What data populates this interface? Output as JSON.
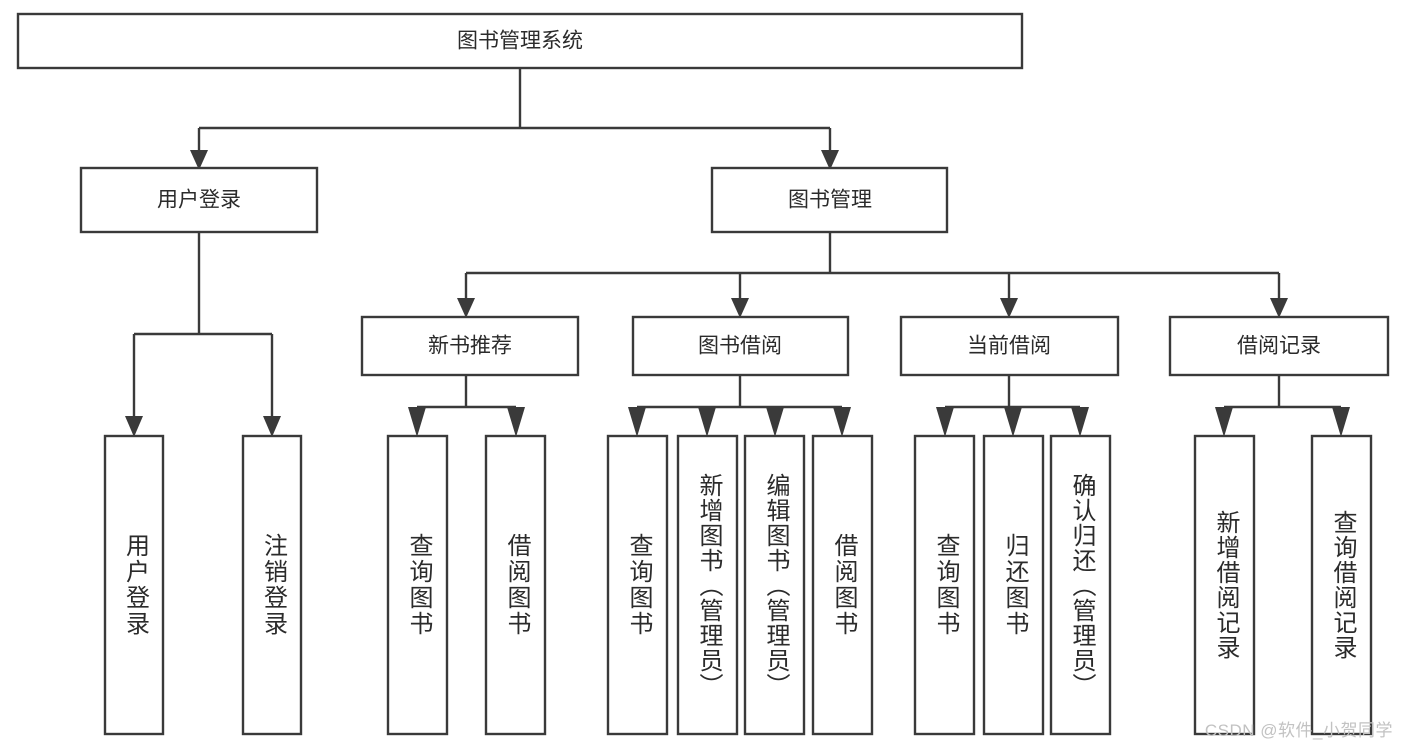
{
  "diagram": {
    "title": "图书管理系统",
    "type": "hierarchy-tree",
    "watermark": "CSDN @软件_小贺同学",
    "colors": {
      "stroke": "#3a3a3a",
      "box_fill": "#ffffff",
      "text": "#2b2b2b",
      "background": "#ffffff",
      "watermark": "#c2c2c2"
    },
    "root": {
      "id": "root",
      "label": "图书管理系统",
      "level": 0
    },
    "level2": [
      {
        "id": "user-login",
        "label": "用户登录",
        "level": 1
      },
      {
        "id": "book-management",
        "label": "图书管理",
        "level": 1
      }
    ],
    "level3": [
      {
        "id": "new-book-recommend",
        "label": "新书推荐",
        "level": 2,
        "parent": "book-management"
      },
      {
        "id": "book-borrow",
        "label": "图书借阅",
        "level": 2,
        "parent": "book-management"
      },
      {
        "id": "current-borrow",
        "label": "当前借阅",
        "level": 2,
        "parent": "book-management"
      },
      {
        "id": "borrow-record",
        "label": "借阅记录",
        "level": 2,
        "parent": "book-management"
      }
    ],
    "leaves": [
      {
        "id": "leaf-user-login",
        "label": "用户登录",
        "parent": "user-login"
      },
      {
        "id": "leaf-user-logout",
        "label": "注销登录",
        "parent": "user-login"
      },
      {
        "id": "leaf-query-book-1",
        "label": "查询图书",
        "parent": "new-book-recommend"
      },
      {
        "id": "leaf-borrow-book-1",
        "label": "借阅图书",
        "parent": "new-book-recommend"
      },
      {
        "id": "leaf-query-book-2",
        "label": "查询图书",
        "parent": "book-borrow"
      },
      {
        "id": "leaf-add-book",
        "label": "新增图书（管理员）",
        "parent": "book-borrow"
      },
      {
        "id": "leaf-edit-book",
        "label": "编辑图书（管理员）",
        "parent": "book-borrow"
      },
      {
        "id": "leaf-borrow-book-2",
        "label": "借阅图书",
        "parent": "book-borrow"
      },
      {
        "id": "leaf-query-book-3",
        "label": "查询图书",
        "parent": "current-borrow"
      },
      {
        "id": "leaf-return-book",
        "label": "归还图书",
        "parent": "current-borrow"
      },
      {
        "id": "leaf-confirm-return",
        "label": "确认归还（管理员）",
        "parent": "current-borrow"
      },
      {
        "id": "leaf-add-record",
        "label": "新增借阅记录",
        "parent": "borrow-record"
      },
      {
        "id": "leaf-query-record",
        "label": "查询借阅记录",
        "parent": "borrow-record"
      }
    ]
  }
}
